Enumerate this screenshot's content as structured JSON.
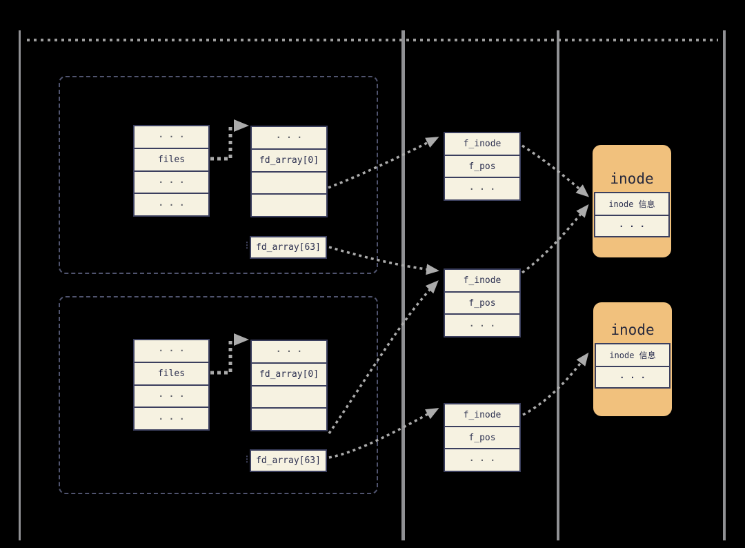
{
  "colors": {
    "background": "#000000",
    "lane_bar": "#909194",
    "dotted_line": "#9d9d9d",
    "box_fill": "#f6f2e1",
    "box_border": "#3b3f5e",
    "text_dark": "#2c3050",
    "process_border": "#50546f",
    "arrow": "#ababab",
    "inode_fill": "#f1c17d"
  },
  "diagram": {
    "processes": [
      {
        "task_struct": {
          "rows": [
            "···",
            "files",
            "···",
            "···"
          ]
        },
        "fd_table": {
          "rows": [
            "···",
            "fd_array[0]",
            "",
            ""
          ]
        },
        "more_mark": "⋮",
        "fd_last": "fd_array[63]"
      },
      {
        "task_struct": {
          "rows": [
            "···",
            "files",
            "···",
            "···"
          ]
        },
        "fd_table": {
          "rows": [
            "···",
            "fd_array[0]",
            "",
            ""
          ]
        },
        "more_mark": "⋮",
        "fd_last": "fd_array[63]"
      }
    ],
    "open_file_entries": [
      {
        "rows": [
          "f_inode",
          "f_pos",
          "···"
        ]
      },
      {
        "rows": [
          "f_inode",
          "f_pos",
          "···"
        ]
      },
      {
        "rows": [
          "f_inode",
          "f_pos",
          "···"
        ]
      }
    ],
    "inodes": [
      {
        "title": "inode",
        "info_row": "inode 信息",
        "dots_row": "···"
      },
      {
        "title": "inode",
        "info_row": "inode 信息",
        "dots_row": "···"
      }
    ]
  }
}
